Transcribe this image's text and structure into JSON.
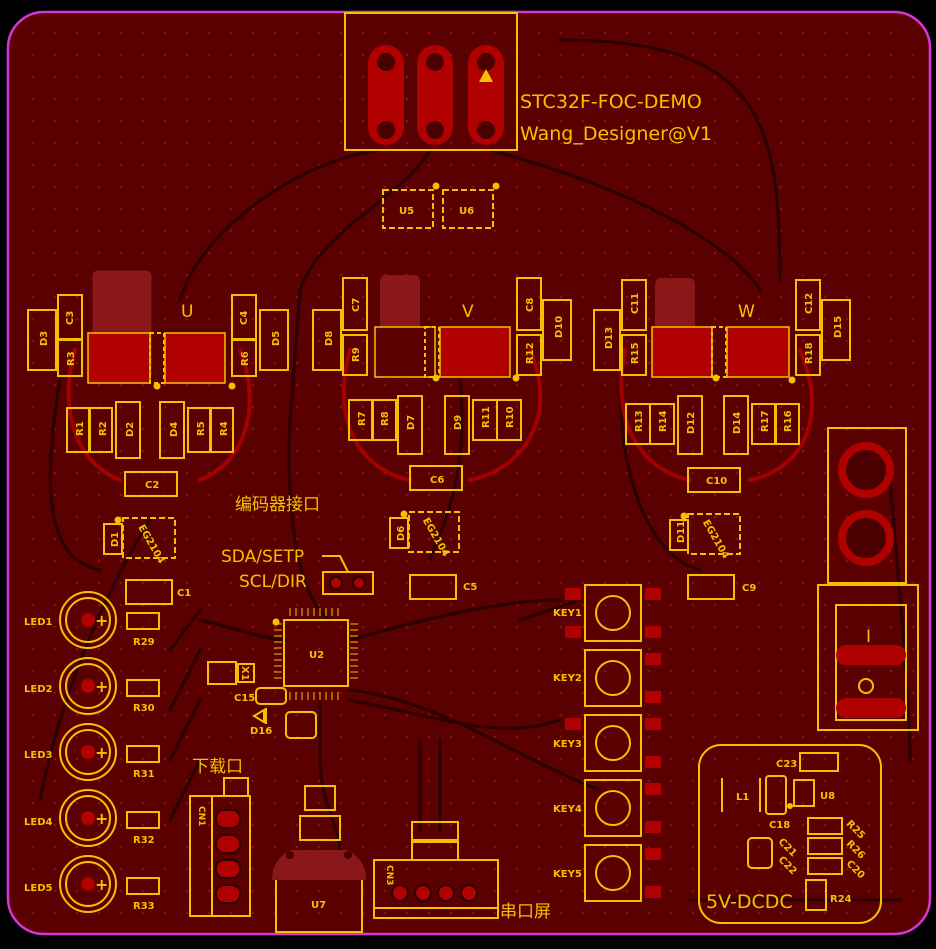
{
  "board": {
    "title": "STC32F-FOC-DEMO",
    "designer": "Wang_Designer@V1",
    "colors": {
      "board_fill": "#5a0000",
      "outline": "#d636d6",
      "silk": "#f2c200",
      "copper": "#b00000",
      "trace": "#2a0000"
    }
  },
  "labels": {
    "phase_u": "U",
    "phase_v": "V",
    "phase_w": "W",
    "encoder": "编码器接口",
    "sda": "SDA/SETP",
    "scl": "SCL/DIR",
    "download": "下载口",
    "serial_screen": "串口屏",
    "dcdc": "5V-DCDC"
  },
  "components": {
    "u5": "U5",
    "u6": "U6",
    "u2": "U2",
    "u7": "U7",
    "u8": "U8",
    "d1": "D1",
    "d2": "D2",
    "d3": "D3",
    "d4": "D4",
    "d5": "D5",
    "d6": "D6",
    "d7": "D7",
    "d8": "D8",
    "d9": "D9",
    "d10": "D10",
    "d11": "D11",
    "d12": "D12",
    "d13": "D13",
    "d14": "D14",
    "d15": "D15",
    "d16": "D16",
    "c1": "C1",
    "c2": "C2",
    "c3": "C3",
    "c4": "C4",
    "c5": "C5",
    "c6": "C6",
    "c7": "C7",
    "c8": "C8",
    "c9": "C9",
    "c10": "C10",
    "c11": "C11",
    "c12": "C12",
    "c15": "C15",
    "c18": "C18",
    "c20": "C20",
    "c21": "C21",
    "c22": "C22",
    "c23": "C23",
    "r1": "R1",
    "r2": "R2",
    "r3": "R3",
    "r4": "R4",
    "r5": "R5",
    "r6": "R6",
    "r7": "R7",
    "r8": "R8",
    "r9": "R9",
    "r10": "R10",
    "r11": "R11",
    "r12": "R12",
    "r13": "R13",
    "r14": "R14",
    "r15": "R15",
    "r16": "R16",
    "r17": "R17",
    "r18": "R18",
    "r24": "R24",
    "r25": "R25",
    "r26": "R26",
    "r29": "R29",
    "r30": "R30",
    "r31": "R31",
    "r32": "R32",
    "r33": "R33",
    "eg1": "EG2104",
    "eg2": "EG2104",
    "eg3": "EG2104",
    "cn1": "CN1",
    "cn3": "CN3",
    "l1": "L1",
    "x1": "X1",
    "led1": "LED1",
    "led2": "LED2",
    "led3": "LED3",
    "led4": "LED4",
    "led5": "LED5",
    "key1": "KEY1",
    "key2": "KEY2",
    "key3": "KEY3",
    "key4": "KEY4",
    "key5": "KEY5",
    "switch_mark": "I"
  }
}
